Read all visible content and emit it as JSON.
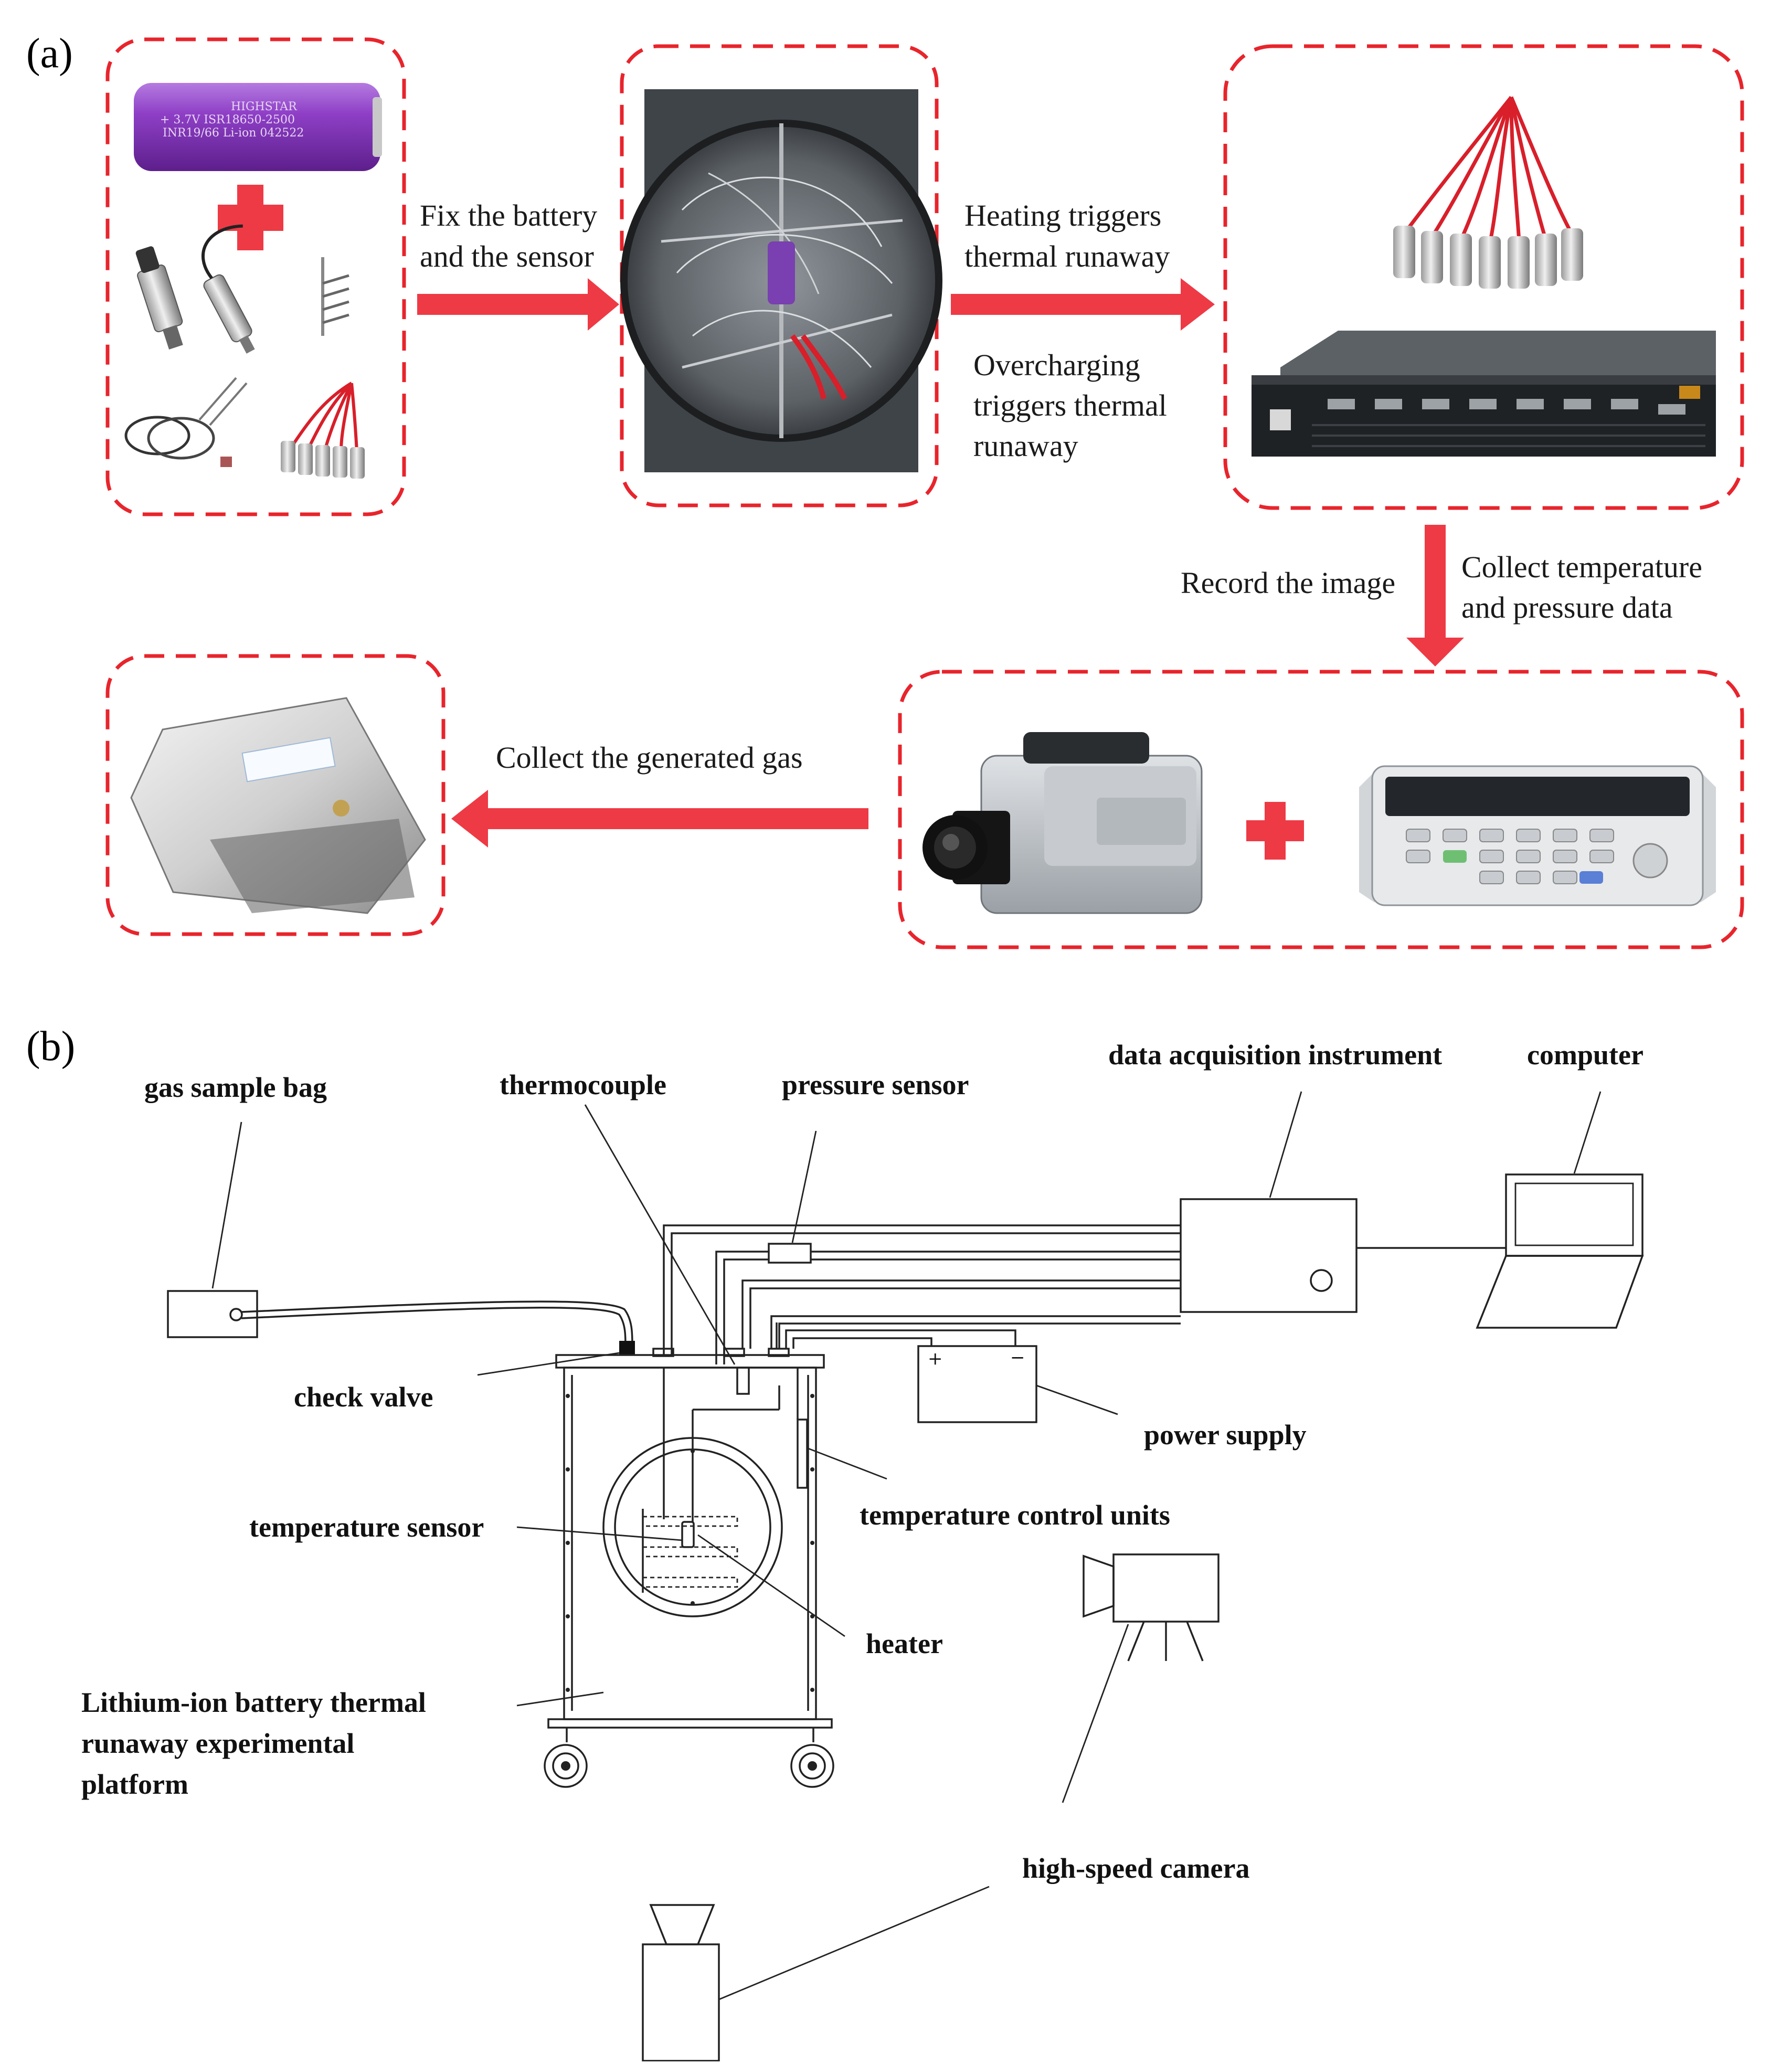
{
  "panel_a": {
    "letter": "(a)",
    "battery_text": [
      "HIGHSTAR",
      "+ 3.7V ISR18650-2500",
      "INR19/66 Li-ion 042522"
    ],
    "steps": {
      "fix": [
        "Fix the battery",
        "and the sensor"
      ],
      "heating": [
        "Heating triggers",
        "thermal runaway"
      ],
      "overcharging": [
        "Overcharging",
        "triggers thermal",
        "runaway"
      ],
      "record": [
        "Record the image"
      ],
      "collect_data": [
        "Collect temperature",
        "and pressure data"
      ],
      "collect_gas": [
        "Collect the generated gas"
      ]
    },
    "colors": {
      "accent": "#e8242c",
      "arrow": "#ee3a45"
    },
    "icons": [
      "battery-image",
      "plus-icon",
      "pressure-sensor-image",
      "thermocouple-image",
      "temperature-sensor-image",
      "chamber-photo",
      "data-logger-image",
      "high-speed-camera-image",
      "multimeter-image",
      "gas-bag-image"
    ]
  },
  "panel_b": {
    "letter": "(b)",
    "labels": {
      "gas_bag": "gas sample bag",
      "thermocouple": "thermocouple",
      "pressure_sensor": "pressure  sensor",
      "daq": "data acquisition instrument",
      "computer": "computer",
      "check_valve": "check valve",
      "power_supply": "power supply",
      "temp_control": "temperature  control units",
      "temp_sensor": "temperature  sensor",
      "heater": "heater",
      "platform": [
        "Lithium-ion battery thermal",
        "runaway experimental",
        "platform"
      ],
      "camera": "high-speed camera"
    },
    "power_polarity": [
      "+",
      "−"
    ]
  }
}
